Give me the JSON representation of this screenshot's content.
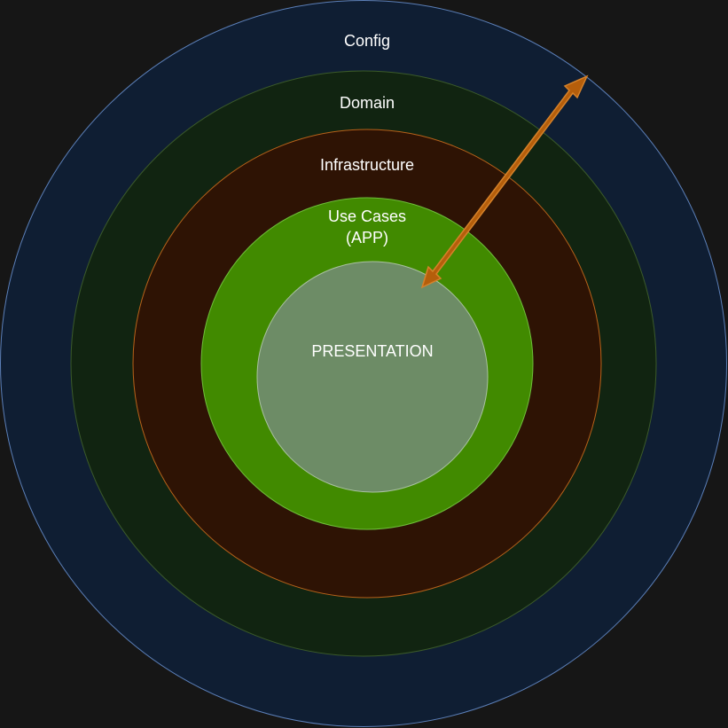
{
  "diagram": {
    "background_color": "#161616",
    "layers": [
      {
        "id": "config",
        "label": "Config",
        "fill": "#0f1e33",
        "stroke": "#5b7fb8"
      },
      {
        "id": "domain",
        "label": "Domain",
        "fill": "#112411",
        "stroke": "#3b5a2a"
      },
      {
        "id": "infrastructure",
        "label": "Infrastructure",
        "fill": "#2e1304",
        "stroke": "#b8621a"
      },
      {
        "id": "use-cases",
        "label_lines": [
          "Use Cases",
          "(APP)"
        ],
        "fill": "#418a00",
        "stroke": "#6fbf3a"
      },
      {
        "id": "presentation",
        "label": "PRESENTATION",
        "fill": "#6d8c66",
        "stroke": "#a9c2a0"
      }
    ],
    "arrow": {
      "style": "double-headed",
      "fill": "#b55e0b",
      "stroke": "#d6822a",
      "from": "presentation",
      "to": "config"
    }
  }
}
